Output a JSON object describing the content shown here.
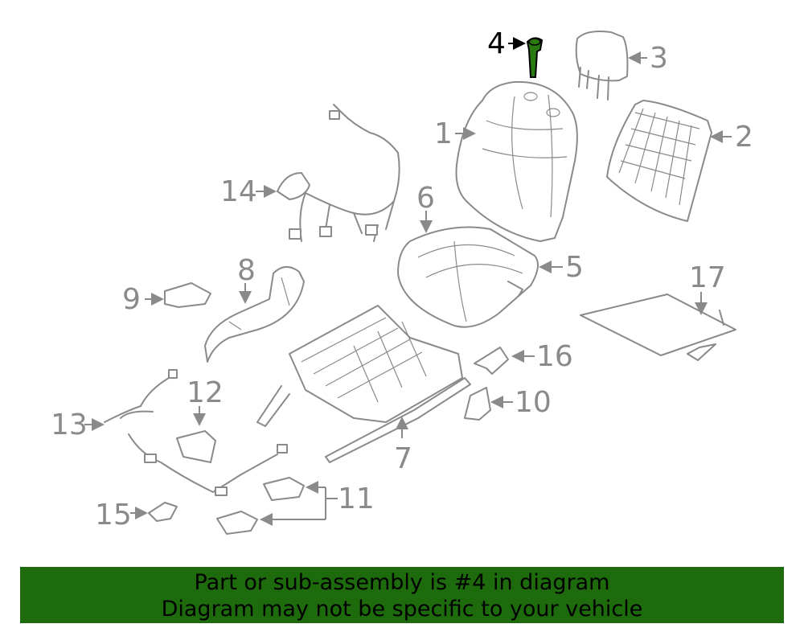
{
  "callouts": {
    "c1": "1",
    "c2": "2",
    "c3": "3",
    "c4": "4",
    "c5": "5",
    "c6": "6",
    "c7": "7",
    "c8": "8",
    "c9": "9",
    "c10": "10",
    "c11": "11",
    "c12": "12",
    "c13": "13",
    "c14": "14",
    "c15": "15",
    "c16": "16",
    "c17": "17"
  },
  "highlight": {
    "part_number": "4",
    "color": "#1e6b0e"
  },
  "colors": {
    "line": "#8a8a8a",
    "banner": "#1e6b0e",
    "highlight_part": "#2a7a12"
  },
  "banner": {
    "line1": "Part or sub-assembly is #4 in diagram",
    "line2": "Diagram may not be specific to your vehicle"
  }
}
